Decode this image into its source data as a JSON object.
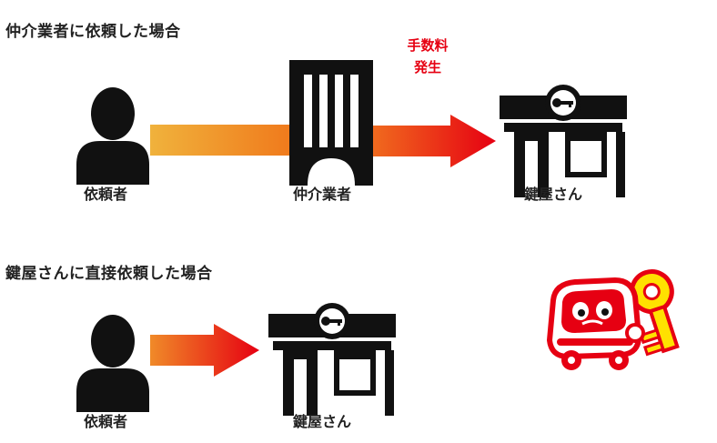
{
  "section1": {
    "heading": "仲介業者に依頼した場合",
    "requester_label": "依頼者",
    "broker_label": "仲介業者",
    "locksmith_label": "鍵屋さん",
    "fee_line1": "手数料",
    "fee_line2": "発生"
  },
  "section2": {
    "heading": "鍵屋さんに直接依頼した場合",
    "requester_label": "依頼者",
    "locksmith_label": "鍵屋さん"
  },
  "colors": {
    "arrow_start": "#f0b23c",
    "arrow_end": "#e60012",
    "icon": "#111111",
    "fee_text": "#e60012"
  }
}
